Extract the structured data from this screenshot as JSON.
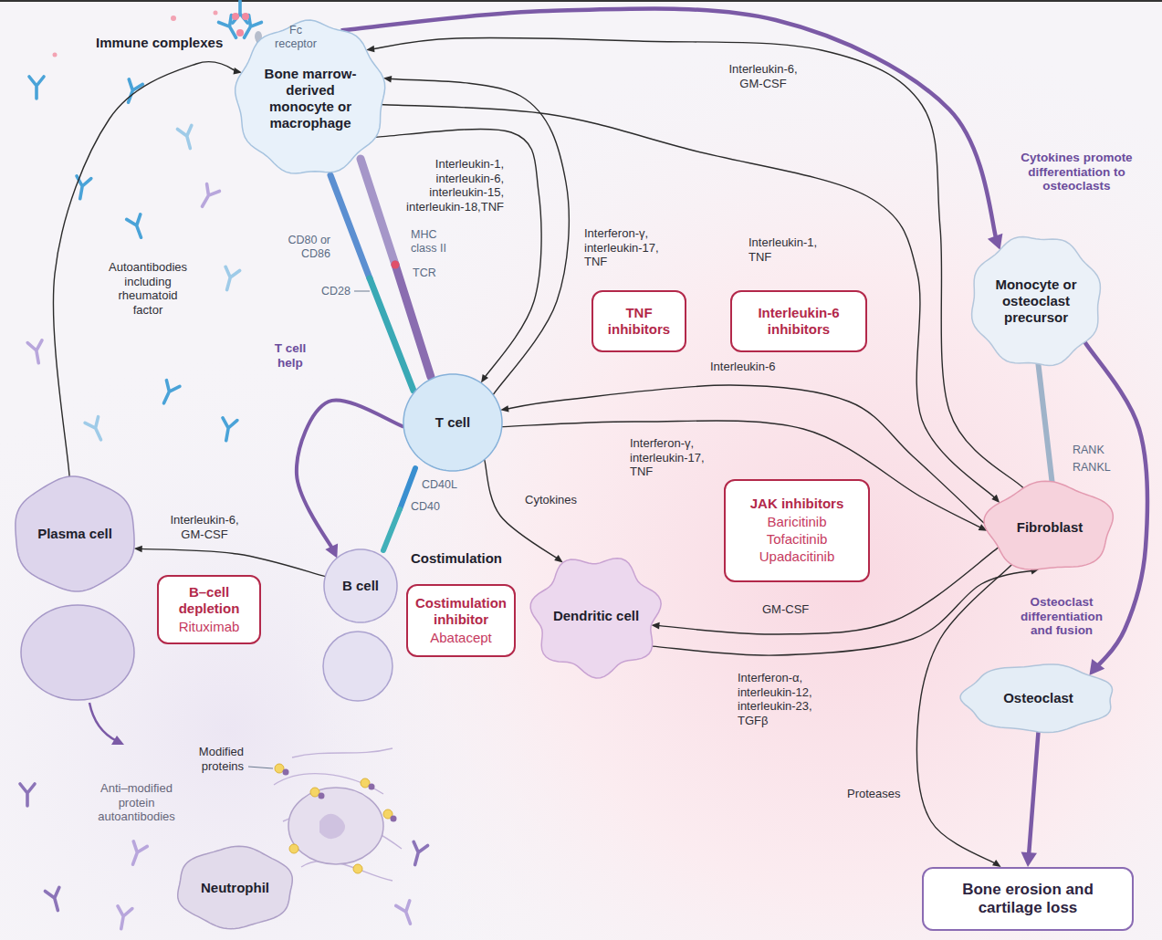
{
  "diagram": {
    "nodes": [
      {
        "text": [
          "Bone marrow-derived monocyte or macrophage"
        ]
      },
      {
        "text": [
          "TNF inhibitors"
        ]
      },
      {
        "text": [
          "Interleukin-6 inhibitors"
        ]
      },
      {
        "text": [
          "Monocyte or osteoclast precursor"
        ]
      },
      {
        "text": [
          "T cell"
        ]
      },
      {
        "text": [
          "JAK inhibitors",
          "Baricitinib Tofacitinib Upadacitinib"
        ]
      },
      {
        "text": [
          "Fibroblast"
        ]
      },
      {
        "text": [
          "Plasma cell"
        ]
      },
      {
        "text": [
          "B cell"
        ]
      },
      {
        "text": [
          "B–cell depletion",
          "Rituximab"
        ]
      },
      {
        "text": [
          "Costimulation inhibitor",
          "Abatacept"
        ]
      },
      {
        "text": [
          "Dendritic cell"
        ]
      },
      {
        "text": [
          "Osteoclast"
        ]
      },
      {
        "text": [
          "Neutrophil"
        ]
      },
      {
        "text": [
          "Bone erosion and cartilage loss"
        ]
      }
    ],
    "edges": [
      {
        "from": 0,
        "to": 3,
        "arrow": "to",
        "label": "Cytokines promote differentiation to osteoclasts"
      },
      {
        "from": 6,
        "to": 0,
        "arrow": "to",
        "label": "Interleukin-6, GM-CSF"
      },
      {
        "from": 0,
        "to": 4,
        "arrow": "to",
        "label": "Interleukin-1, interleukin-6, interleukin-15, interleukin-18,TNF"
      },
      {
        "from": 4,
        "to": 0,
        "arrow": "to",
        "label": "Interferon-γ, interleukin-17, TNF"
      },
      {
        "from": 0,
        "to": 6,
        "arrow": "to",
        "label": "Interleukin-1, TNF"
      },
      {
        "from": 6,
        "to": 4,
        "arrow": "to",
        "label": "Interleukin-6"
      },
      {
        "from": 4,
        "to": 6,
        "arrow": "to",
        "label": "Interferon-γ, interleukin-17, TNF"
      },
      {
        "from": 4,
        "to": 11,
        "arrow": "to",
        "label": "Cytokines"
      },
      {
        "from": 6,
        "to": 11,
        "arrow": "to",
        "label": "GM-CSF"
      },
      {
        "from": 11,
        "to": 6,
        "arrow": "to",
        "label": "Interferon-α, interleukin-12, interleukin-23, TGFβ"
      },
      {
        "from": 4,
        "to": 8,
        "arrow": "to",
        "label": "T cell help"
      },
      {
        "from": 8,
        "to": 7,
        "arrow": "to",
        "label": "Interleukin-6, GM-CSF"
      },
      {
        "from": 7,
        "to": 0,
        "arrow": "to"
      },
      {
        "from": 3,
        "to": 12,
        "arrow": "to",
        "label": "Osteoclast differentiation and fusion"
      },
      {
        "from": 12,
        "to": 14,
        "arrow": "to"
      },
      {
        "from": 6,
        "to": 14,
        "arrow": "to",
        "label": "Proteases"
      },
      {
        "from": 3,
        "to": 6,
        "arrow": "none"
      }
    ],
    "labels": [
      "Immune complexes",
      "Fc receptor",
      "Autoantibodies including rheumatoid factor",
      "CD80 or CD86",
      "MHC class II",
      "TCR",
      "CD28",
      "CD40L",
      "CD40",
      "Costimulation",
      "RANK",
      "RANKL",
      "Modified proteins",
      "Anti–modified protein autoantibodies"
    ]
  }
}
